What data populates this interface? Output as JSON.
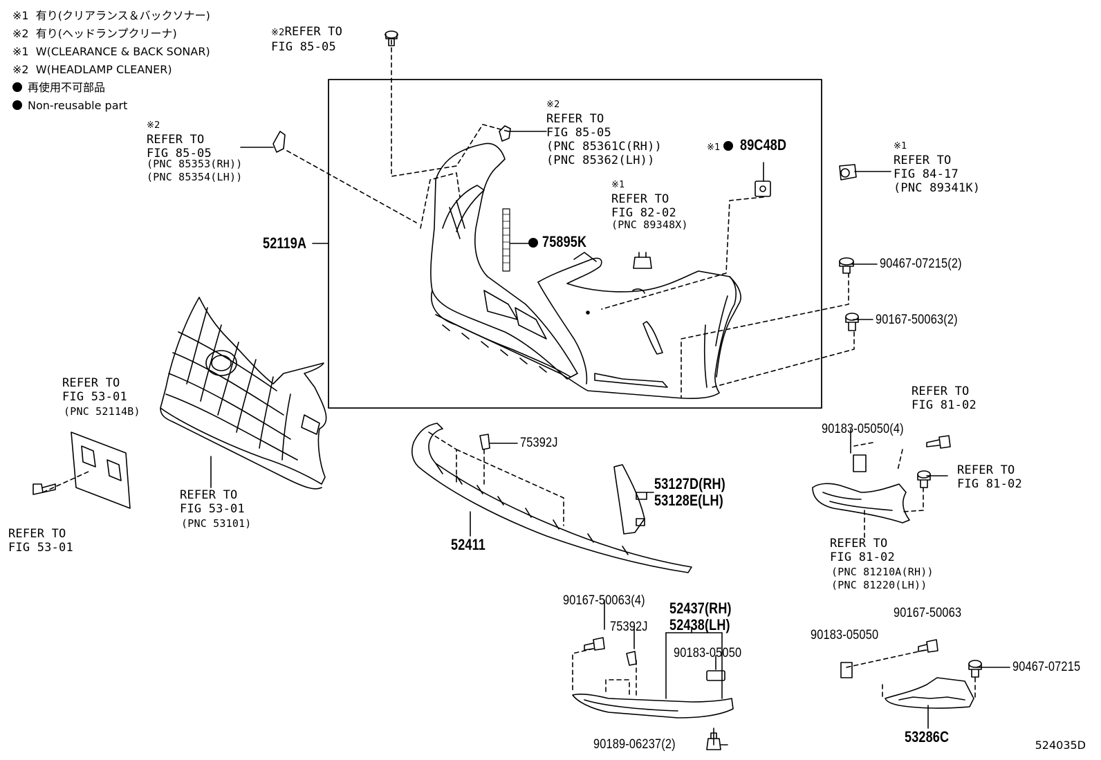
{
  "legend": [
    "※1  有り(クリアランス＆バックソナー)",
    "※2  有り(ヘッドランプクリーナ)",
    "※1  W(CLEARANCE & BACK SONAR)",
    "※2  W(HEADLAMP CLEANER)",
    "再使用不可部品",
    "Non-reusable part"
  ],
  "labels": {
    "ref_top_mark": "※2",
    "ref_top": "REFER TO\nFIG 85-05",
    "ref_left_mark": "※2",
    "ref_left": "REFER TO\nFIG 85-05",
    "ref_left_pnc": "(PNC 85353(RH))\n(PNC 85354(LH))",
    "ref_mid_mark": "※2",
    "ref_mid": "REFER TO\nFIG 85-05\n(PNC 85361C(RH))\n(PNC 85362(LH))",
    "p_89c48d_mark": "※1",
    "p_89c48d": "89C48D",
    "ref_8417_mark": "※1",
    "ref_8417": "REFER TO\nFIG 84-17\n(PNC 89341K)",
    "ref_8202_mark": "※1",
    "ref_8202": "REFER TO\nFIG 82-02",
    "ref_8202_pnc": "(PNC 89348X)",
    "p_52119a": "52119A",
    "p_75895k": "75895K",
    "p_90467_2": "90467-07215(2)",
    "p_90167_2": "90167-50063(2)",
    "ref_5301a": "REFER TO\nFIG 53-01",
    "ref_5301a_pnc": "(PNC 52114B)",
    "ref_5301b": "REFER TO\nFIG 53-01",
    "ref_5301b_pnc": "(PNC 53101)",
    "ref_5301c": "REFER TO\nFIG 53-01",
    "p_75392j_a": "75392J",
    "p_53127d": "53127D(RH)\n53128E(LH)",
    "p_52411": "52411",
    "ref_8102a": "REFER TO\nFIG 81-02",
    "p_90183_4": "90183-05050(4)",
    "ref_8102b": "REFER TO\nFIG 81-02",
    "ref_8102c": "REFER TO\nFIG 81-02",
    "ref_8102c_pnc": "(PNC 81210A(RH))\n(PNC 81220(LH))",
    "p_90167_4": "90167-50063(4)",
    "p_52437": "52437(RH)\n52438(LH)",
    "p_75392j_b": "75392J",
    "p_90183_b": "90183-05050",
    "p_90189": "90189-06237(2)",
    "p_90167_c": "90167-50063",
    "p_90183_c": "90183-05050",
    "p_90467_c": "90467-07215",
    "p_53286c": "53286C"
  },
  "figure_id": "524035D"
}
